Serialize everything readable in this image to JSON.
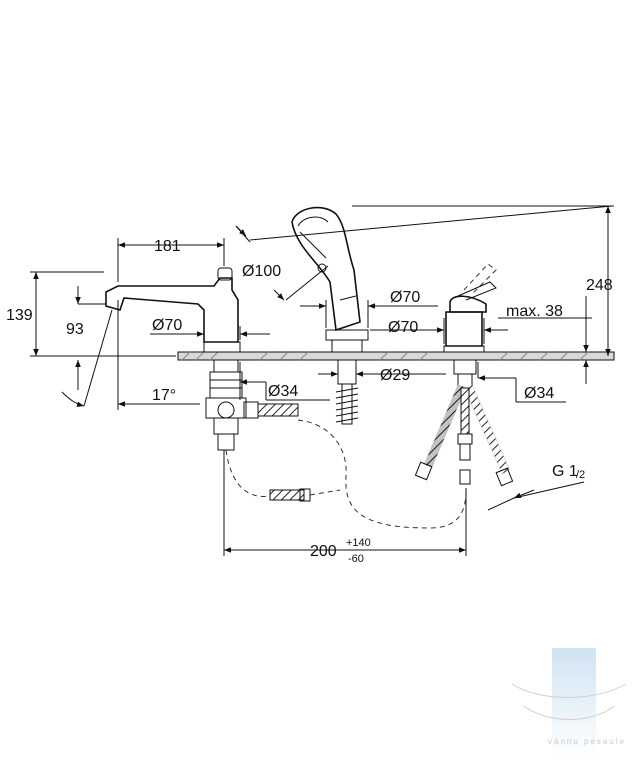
{
  "dimensions": {
    "spout_length": "181",
    "height_total_left": "139",
    "spout_height": "93",
    "spout_angle": "17°",
    "spout_base_dia": "Ø70",
    "shower_head_dia": "Ø100",
    "shower_base_dia": "Ø70",
    "hole_dia_left": "Ø34",
    "hole_dia_center": "Ø29",
    "hole_dia_right": "Ø34",
    "mixer_base_dia": "Ø70",
    "max_deck": "max. 38",
    "height_total_right": "248",
    "thread_main": "G 1",
    "thread_fraction": "/2",
    "spacing_main": "200",
    "spacing_plus": "+140",
    "spacing_minus": "-60"
  },
  "watermark": {
    "text": "vannu pesaule"
  }
}
